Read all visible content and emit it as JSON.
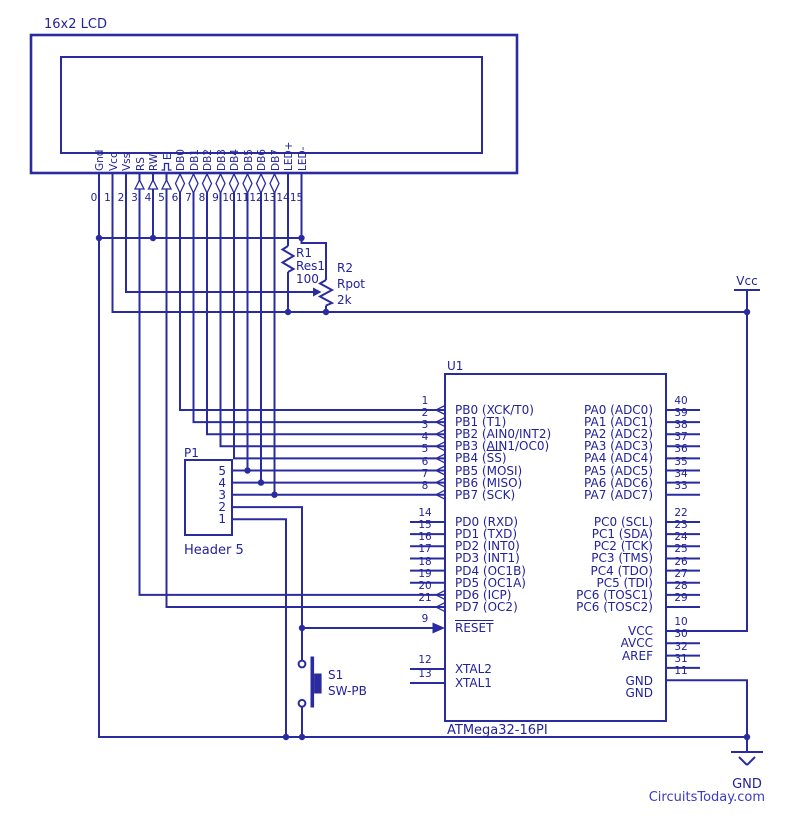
{
  "colors": {
    "wire": "#2b2ba0",
    "text": "#22229b",
    "credit": "#3a3ac8",
    "background": "#ffffff"
  },
  "credit": "CircuitsToday.com",
  "power": {
    "vcc_label": "Vcc",
    "gnd_label": "GND"
  },
  "lcd": {
    "title": "16x2 LCD",
    "pins": [
      {
        "num": "0",
        "name": "Gnd",
        "arrow": "none"
      },
      {
        "num": "1",
        "name": "Vcc",
        "arrow": "none"
      },
      {
        "num": "2",
        "name": "Vss",
        "arrow": "none"
      },
      {
        "num": "3",
        "name": "RS",
        "arrow": "in"
      },
      {
        "num": "4",
        "name": "RW",
        "arrow": "in"
      },
      {
        "num": "5",
        "name": "E",
        "arrow": "in",
        "glyph": "pulse"
      },
      {
        "num": "6",
        "name": "DB0",
        "arrow": "bidir"
      },
      {
        "num": "7",
        "name": "DB1",
        "arrow": "bidir"
      },
      {
        "num": "8",
        "name": "DB2",
        "arrow": "bidir"
      },
      {
        "num": "9",
        "name": "DB3",
        "arrow": "bidir"
      },
      {
        "num": "10",
        "name": "DB4",
        "arrow": "bidir"
      },
      {
        "num": "11",
        "name": "DB5",
        "arrow": "bidir"
      },
      {
        "num": "12",
        "name": "DB6",
        "arrow": "bidir"
      },
      {
        "num": "13",
        "name": "DB7",
        "arrow": "bidir"
      },
      {
        "num": "14",
        "name": "LED+",
        "arrow": "none"
      },
      {
        "num": "15",
        "name": "LED-",
        "arrow": "none"
      }
    ]
  },
  "r1": {
    "ref": "R1",
    "kind": "Res1",
    "value": "100"
  },
  "r2": {
    "ref": "R2",
    "kind": "Rpot",
    "value": "2k"
  },
  "header": {
    "ref": "P1",
    "name": "Header 5",
    "pins": [
      {
        "num": "5"
      },
      {
        "num": "4"
      },
      {
        "num": "3"
      },
      {
        "num": "2"
      },
      {
        "num": "1"
      }
    ]
  },
  "sw": {
    "ref": "S1",
    "kind": "SW-PB"
  },
  "chip": {
    "ref": "U1",
    "part": "ATMega32-16PI",
    "pb": [
      {
        "num": "1",
        "pre": "PB0 (XCK/T0)",
        "ov": "",
        "post": ""
      },
      {
        "num": "2",
        "pre": "PB1 (T1)",
        "ov": "",
        "post": ""
      },
      {
        "num": "3",
        "pre": "PB2 (AIN0/INT2)",
        "ov": "",
        "post": ""
      },
      {
        "num": "4",
        "pre": "PB3 (AIN1/OC0)",
        "ov": "",
        "post": ""
      },
      {
        "num": "5",
        "pre": "PB4 (",
        "ov": "SS",
        "post": ")"
      },
      {
        "num": "6",
        "pre": "PB5 (MOSI)",
        "ov": "",
        "post": ""
      },
      {
        "num": "7",
        "pre": "PB6 (MISO)",
        "ov": "",
        "post": ""
      },
      {
        "num": "8",
        "pre": "PB7 (SCK)",
        "ov": "",
        "post": ""
      }
    ],
    "pd": [
      {
        "num": "14",
        "label": "PD0 (RXD)"
      },
      {
        "num": "15",
        "label": "PD1 (TXD)"
      },
      {
        "num": "16",
        "label": "PD2 (INT0)"
      },
      {
        "num": "17",
        "label": "PD3 (INT1)"
      },
      {
        "num": "18",
        "label": "PD4 (OC1B)"
      },
      {
        "num": "19",
        "label": "PD5 (OC1A)"
      },
      {
        "num": "20",
        "label": "PD6 (ICP)"
      },
      {
        "num": "21",
        "label": "PD7 (OC2)"
      }
    ],
    "reset": {
      "num": "9",
      "ov": "RESET"
    },
    "xtal": [
      {
        "num": "12",
        "label": "XTAL2"
      },
      {
        "num": "13",
        "label": "XTAL1"
      }
    ],
    "pa": [
      {
        "num": "40",
        "label": "PA0 (ADC0)"
      },
      {
        "num": "39",
        "label": "PA1 (ADC1)"
      },
      {
        "num": "38",
        "label": "PA2 (ADC2)"
      },
      {
        "num": "37",
        "label": "PA3 (ADC3)"
      },
      {
        "num": "36",
        "label": "PA4 (ADC4)"
      },
      {
        "num": "35",
        "label": "PA5 (ADC5)"
      },
      {
        "num": "34",
        "label": "PA6 (ADC6)"
      },
      {
        "num": "33",
        "label": "PA7 (ADC7)"
      }
    ],
    "pc": [
      {
        "num": "22",
        "label": "PC0 (SCL)"
      },
      {
        "num": "23",
        "label": "PC1 (SDA)"
      },
      {
        "num": "24",
        "label": "PC2 (TCK)"
      },
      {
        "num": "25",
        "label": "PC3 (TMS)"
      },
      {
        "num": "26",
        "label": "PC4 (TDO)"
      },
      {
        "num": "27",
        "label": "PC5 (TDI)"
      },
      {
        "num": "28",
        "label": "PC6 (TOSC1)"
      },
      {
        "num": "29",
        "label": "PC6 (TOSC2)"
      }
    ],
    "pwr": [
      {
        "num": "10",
        "label": "VCC"
      },
      {
        "num": "30",
        "label": "AVCC"
      },
      {
        "num": "32",
        "label": "AREF"
      },
      {
        "num": "31",
        "label": "GND"
      },
      {
        "num": "11",
        "label": "GND"
      }
    ]
  }
}
